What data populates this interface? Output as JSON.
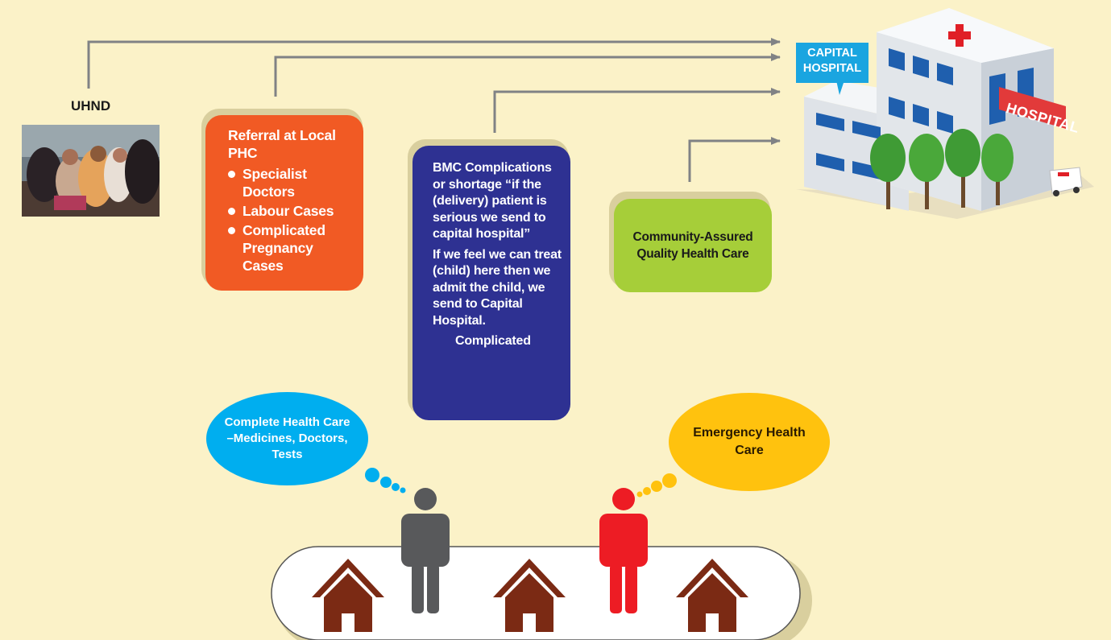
{
  "uhnd": {
    "label": "UHND"
  },
  "referral": {
    "title": "Referral at Local PHC",
    "items": [
      "Specialist Doctors",
      "Labour Cases",
      "Complicated Pregnancy Cases"
    ]
  },
  "bmc": {
    "para1": "BMC Complications or shortage “if the (delivery) patient is serious we send to capital hospital”",
    "para2": "If we feel we can treat (child) here then we admit the child, we send to Capital Hospital.",
    "para3": "Complicated"
  },
  "community": {
    "text": "Community-Assured Quality Health Care"
  },
  "hospital": {
    "label_line1": "CAPITAL",
    "label_line2": "HOSPITAL",
    "sign": "HOSPITAL"
  },
  "bubbles": {
    "left": "Complete Health Care –Medicines, Doctors, Tests",
    "right": "Emergency Health Care"
  },
  "colors": {
    "background": "#fbf2c8",
    "referral": "#f15a24",
    "bmc": "#2e3192",
    "community": "#a6ce39",
    "bubble_left": "#00aeef",
    "bubble_right": "#ffc20e",
    "person_left": "#58595b",
    "person_right": "#ed1c24",
    "house": "#7b2a14",
    "arrow": "#808285"
  }
}
